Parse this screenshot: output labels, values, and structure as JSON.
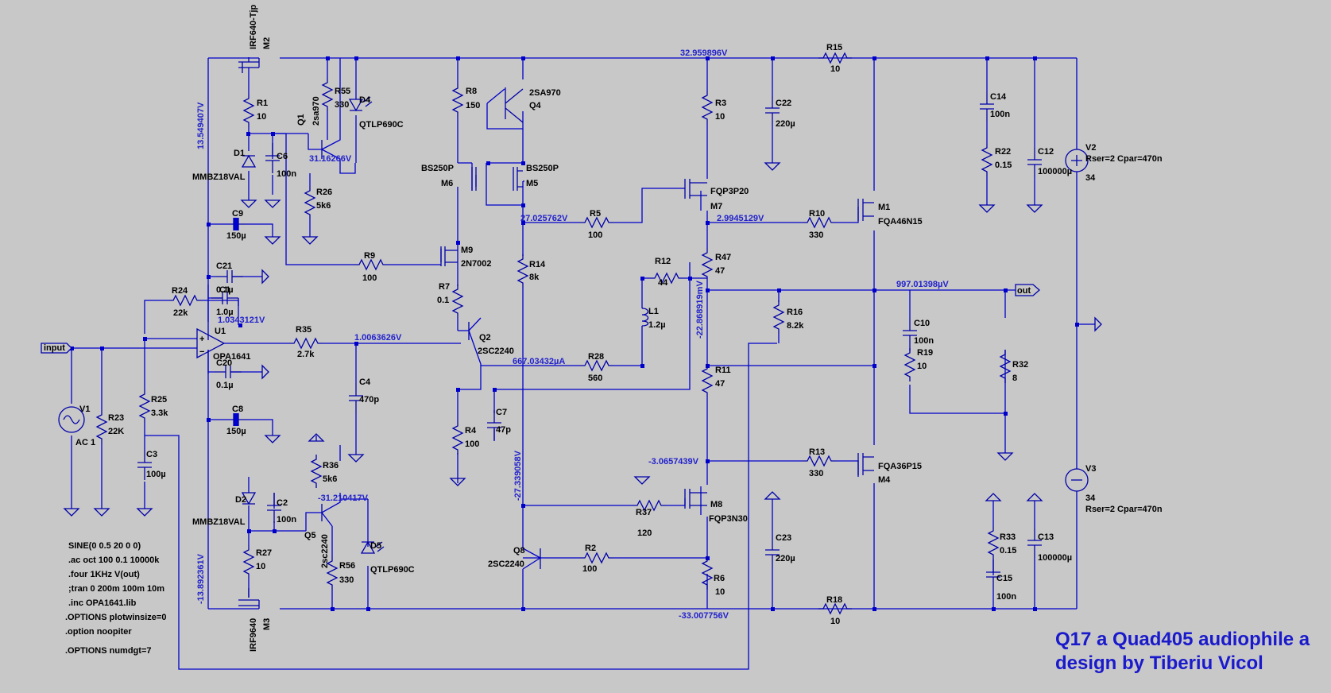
{
  "title": [
    "Q17 a Quad405 audiophile a",
    "design by Tiberiu Vicol"
  ],
  "ports": {
    "input": "input",
    "out": "out"
  },
  "voltages": {
    "top_rail": "32.959896V",
    "left_upper": "13.549407V",
    "q1_emitter": "31.16266V",
    "m5_drain": "27.025762V",
    "m7_drain": "2.9945129V",
    "out_node": "997.01398µV",
    "u1_out": "1.0343121V",
    "q2_base": "1.0063626V",
    "q2_emitter_current": "667.03432µA",
    "r47_node": "-22.868919mV",
    "q8_coll": "-27.339058V",
    "m8_node": "-3.0657439V",
    "q5_node": "-31.210417V",
    "left_lower": "-13.892361V",
    "bottom_rail": "-33.007756V"
  },
  "components": {
    "m2": [
      "IRF640-Tjp",
      "M2"
    ],
    "r1": [
      "R1",
      "10"
    ],
    "r55": [
      "R55",
      "330"
    ],
    "d4": [
      "D4",
      "QTLP690C"
    ],
    "q1": [
      "Q1",
      "2sa970"
    ],
    "d1": [
      "D1",
      "MMBZ18VAL"
    ],
    "c6": [
      "C6",
      "100n"
    ],
    "r26": [
      "R26",
      "5k6"
    ],
    "c9": [
      "C9",
      "150µ"
    ],
    "c21": [
      "C21",
      "0.1µ"
    ],
    "c1": [
      "C1",
      "1.0µ"
    ],
    "r24": [
      "R24",
      "22k"
    ],
    "u1": [
      "U1",
      "OPA1641"
    ],
    "r35": [
      "R35",
      "2.7k"
    ],
    "c20": [
      "C20",
      "0.1µ"
    ],
    "r23": [
      "R23",
      "22K"
    ],
    "v1": [
      "V1",
      "AC 1"
    ],
    "r25": [
      "R25",
      "3.3k"
    ],
    "c3": [
      "C3",
      "100µ"
    ],
    "c8": [
      "C8",
      "150µ"
    ],
    "d2": [
      "D2",
      "MMBZ18VAL"
    ],
    "c2": [
      "C2",
      "100n"
    ],
    "q5": [
      "Q5",
      "2sc2240"
    ],
    "r36": [
      "R36",
      "5k6"
    ],
    "r27": [
      "R27",
      "10"
    ],
    "r56": [
      "R56",
      "330"
    ],
    "d5": [
      "D5",
      "QTLP690C"
    ],
    "m3": [
      "IRF9640",
      "M3"
    ],
    "r8": [
      "R8",
      "150"
    ],
    "q4": [
      "2SA970",
      "Q4"
    ],
    "m6": [
      "BS250P",
      "M6"
    ],
    "m5": [
      "BS250P",
      "M5"
    ],
    "r9": [
      "R9",
      "100"
    ],
    "m9": [
      "M9",
      "2N7002"
    ],
    "r7": [
      "R7",
      "0.1"
    ],
    "q2": [
      "Q2",
      "2SC2240"
    ],
    "r4": [
      "R4",
      "100"
    ],
    "c7": [
      "C7",
      "47p"
    ],
    "c4": [
      "C4",
      "470p"
    ],
    "r14": [
      "R14",
      "8k"
    ],
    "r5": [
      "R5",
      "100"
    ],
    "r28": [
      "R28",
      "560"
    ],
    "q8": [
      "Q8",
      "2SC2240"
    ],
    "r2": [
      "R2",
      "100"
    ],
    "r37": [
      "R37",
      "120"
    ],
    "r3": [
      "R3",
      "10"
    ],
    "m7": [
      "FQP3P20",
      "M7"
    ],
    "r47": [
      "R47",
      "47"
    ],
    "r12": [
      "R12",
      "44"
    ],
    "l1": [
      "L1",
      "1.2µ"
    ],
    "r11": [
      "R11",
      "47"
    ],
    "m8": [
      "M8",
      "FQP3N30"
    ],
    "r6": [
      "R6",
      "10"
    ],
    "c22": [
      "C22",
      "220µ"
    ],
    "c23": [
      "C23",
      "220µ"
    ],
    "r10": [
      "R10",
      "330"
    ],
    "m1": [
      "M1",
      "FQA46N15"
    ],
    "r13": [
      "R13",
      "330"
    ],
    "m4": [
      "FQA36P15",
      "M4"
    ],
    "r16": [
      "R16",
      "8.2k"
    ],
    "r15": [
      "R15",
      "10"
    ],
    "r18": [
      "R18",
      "10"
    ],
    "c10": [
      "C10",
      "100n"
    ],
    "r19": [
      "R19",
      "10"
    ],
    "r32": [
      "R32",
      "8"
    ],
    "c14": [
      "C14",
      "100n"
    ],
    "r22": [
      "R22",
      "0.15"
    ],
    "c12": [
      "C12",
      "100000µ"
    ],
    "v2": [
      "V2",
      "Rser=2 Cpar=470n",
      "34"
    ],
    "r33": [
      "R33",
      "0.15"
    ],
    "c15": [
      "C15",
      "100n"
    ],
    "c13": [
      "C13",
      "100000µ"
    ],
    "v3": [
      "V3",
      "34",
      "Rser=2 Cpar=470n"
    ]
  },
  "directives": [
    "SINE(0 0.5 20 0 0)",
    ".ac oct 100 0.1 10000k",
    ".four 1KHz V(out)",
    ";tran 0 200m 100m 10m",
    ".inc OPA1641.lib",
    ".OPTIONS plotwinsize=0",
    ".option noopiter",
    ".OPTIONS numdgt=7"
  ]
}
